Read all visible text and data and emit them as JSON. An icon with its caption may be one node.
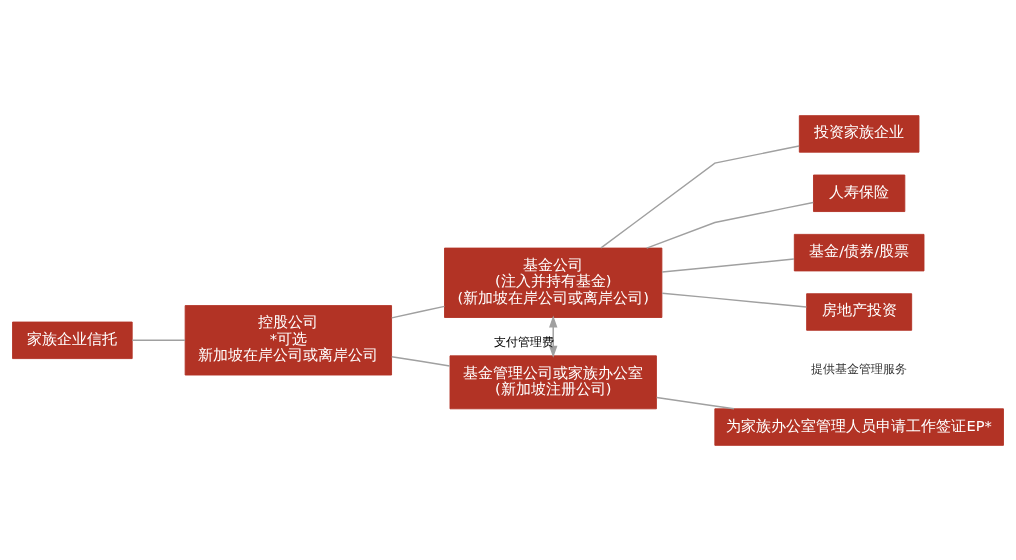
{
  "diagram": {
    "nodes": [
      {
        "text": [
          "家族企业信托"
        ]
      },
      {
        "text": [
          "控股公司",
          "*可选",
          "新加坡在岸公司或离岸公司"
        ]
      },
      {
        "text": [
          "基金公司",
          "(注入并持有基金)",
          "(新加坡在岸公司或离岸公司)"
        ]
      },
      {
        "text": [
          "基金管理公司或家族办公室",
          "(新加坡注册公司)"
        ]
      },
      {
        "text": [
          "投资家族企业"
        ]
      },
      {
        "text": [
          "人寿保险"
        ]
      },
      {
        "text": [
          "基金/债券/股票"
        ]
      },
      {
        "text": [
          "房地产投资"
        ]
      },
      {
        "text": [
          "为家族办公室管理人员申请工作签证EP*"
        ]
      }
    ],
    "edges": [
      {
        "from": 0,
        "to": 1,
        "arrow": "none"
      },
      {
        "from": 1,
        "to": 2,
        "arrow": "none"
      },
      {
        "from": 1,
        "to": 3,
        "arrow": "none"
      },
      {
        "from": 2,
        "to": 4,
        "arrow": "none"
      },
      {
        "from": 2,
        "to": 5,
        "arrow": "none"
      },
      {
        "from": 2,
        "to": 6,
        "arrow": "none"
      },
      {
        "from": 2,
        "to": 7,
        "arrow": "none"
      },
      {
        "from": 3,
        "to": 8,
        "arrow": "none"
      },
      {
        "from": 2,
        "to": 3,
        "arrow": "both",
        "label": "支付管理费"
      }
    ],
    "labels": [
      "提供基金管理服务"
    ]
  }
}
